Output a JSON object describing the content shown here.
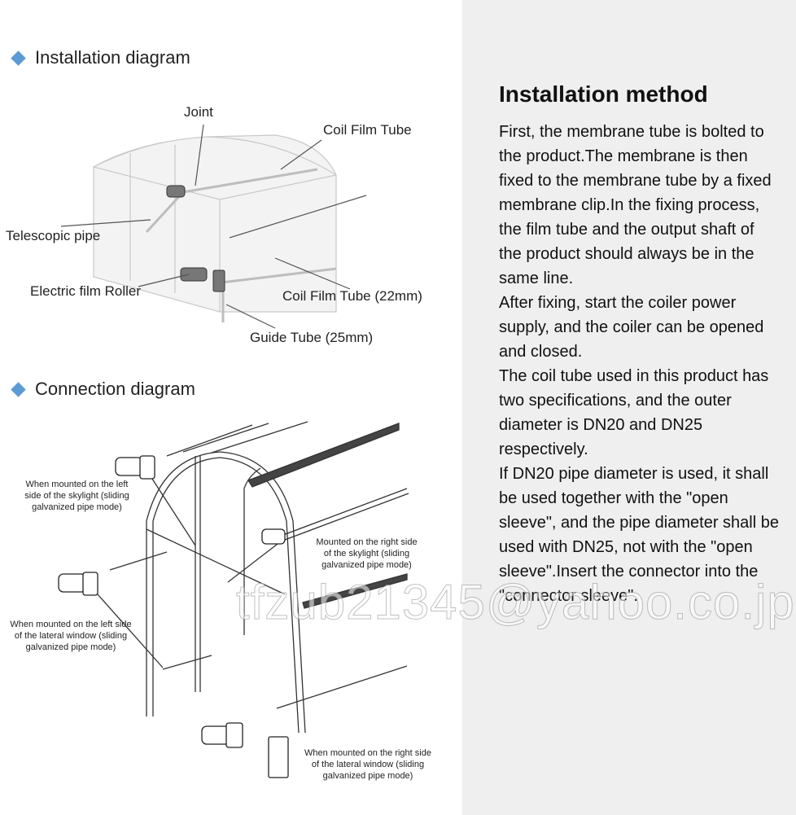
{
  "installation": {
    "title": "Installation diagram",
    "labels": {
      "joint": "Joint",
      "coil_film_tube": "Coil Film Tube",
      "telescopic_pipe": "Telescopic pipe",
      "electric_film_roller": "Electric film Roller",
      "coil_film_tube_22": "Coil Film Tube (22mm)",
      "guide_tube_25": "Guide Tube (25mm)"
    }
  },
  "connection": {
    "title": "Connection diagram",
    "labels": {
      "left_skylight": [
        "When mounted on the left",
        "side of the skylight (sliding",
        "galvanized pipe mode)"
      ],
      "right_skylight": [
        "Mounted on the right side",
        "of the skylight (sliding",
        "galvanized pipe mode)"
      ],
      "left_lateral": [
        "When mounted on the left side",
        "of the lateral window (sliding",
        "galvanized pipe mode)"
      ],
      "right_lateral": [
        "When mounted on the right side",
        "of the lateral window (sliding",
        "galvanized pipe mode)"
      ]
    }
  },
  "method": {
    "title": "Installation method",
    "paragraphs": [
      "First, the membrane tube is bolted to the product.The membrane is then fixed to the membrane tube by a fixed membrane clip.In the fixing process, the film tube and the output shaft of the product should always be in the same line.",
      "After fixing, start the coiler power supply, and the coiler can be opened and closed.",
      "The coil tube used in this product has two specifications, and the outer diameter is DN20 and DN25 respectively.",
      "If DN20 pipe diameter is used, it shall be used together with the \"open sleeve\", and the pipe diameter shall be used with DN25, not with the \"open sleeve\".Insert the connector into the \"connector sleeve\"."
    ]
  },
  "watermark": "tfzub21345@yahoo.co.jp",
  "colors": {
    "accent": "#5b9bd5",
    "right_panel": "#efefef"
  }
}
